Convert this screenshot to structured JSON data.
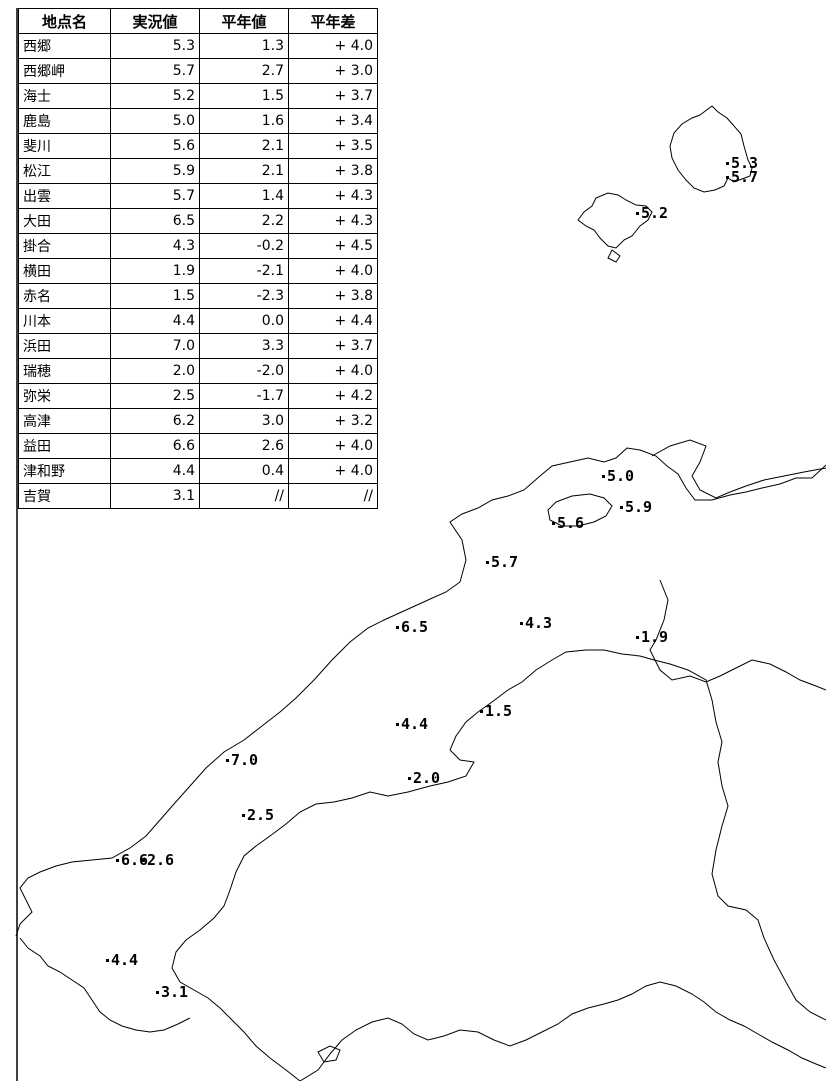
{
  "table": {
    "headers": [
      "地点名",
      "実況値",
      "平年値",
      "平年差"
    ],
    "rows": [
      [
        "西郷",
        "5.3",
        "1.3",
        "+ 4.0"
      ],
      [
        "西郷岬",
        "5.7",
        "2.7",
        "+ 3.0"
      ],
      [
        "海士",
        "5.2",
        "1.5",
        "+ 3.7"
      ],
      [
        "鹿島",
        "5.0",
        "1.6",
        "+ 3.4"
      ],
      [
        "斐川",
        "5.6",
        "2.1",
        "+ 3.5"
      ],
      [
        "松江",
        "5.9",
        "2.1",
        "+ 3.8"
      ],
      [
        "出雲",
        "5.7",
        "1.4",
        "+ 4.3"
      ],
      [
        "大田",
        "6.5",
        "2.2",
        "+ 4.3"
      ],
      [
        "掛合",
        "4.3",
        "-0.2",
        "+ 4.5"
      ],
      [
        "横田",
        "1.9",
        "-2.1",
        "+ 4.0"
      ],
      [
        "赤名",
        "1.5",
        "-2.3",
        "+ 3.8"
      ],
      [
        "川本",
        "4.4",
        "0.0",
        "+ 4.4"
      ],
      [
        "浜田",
        "7.0",
        "3.3",
        "+ 3.7"
      ],
      [
        "瑞穂",
        "2.0",
        "-2.0",
        "+ 4.0"
      ],
      [
        "弥栄",
        "2.5",
        "-1.7",
        "+ 4.2"
      ],
      [
        "高津",
        "6.2",
        "3.0",
        "+ 3.2"
      ],
      [
        "益田",
        "6.6",
        "2.6",
        "+ 4.0"
      ],
      [
        "津和野",
        "4.4",
        "0.4",
        "+ 4.0"
      ],
      [
        "吉賀",
        "3.1",
        "//",
        "//"
      ]
    ]
  },
  "map_labels": [
    "5.3",
    "5.7",
    "5.2",
    "5.0",
    "5.9",
    "5.6",
    "5.7",
    "6.5",
    "4.3",
    "1.9",
    "4.4",
    "1.5",
    "7.0",
    "2.0",
    "2.5",
    "6.6",
    "2.6",
    "4.4",
    "3.1"
  ],
  "colors": {
    "line": "#000000",
    "background": "#ffffff"
  }
}
